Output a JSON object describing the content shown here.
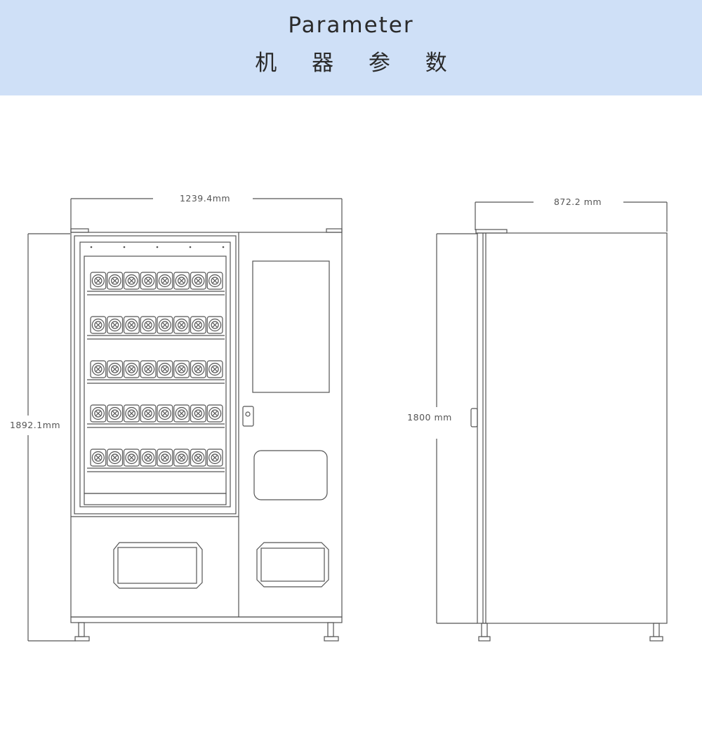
{
  "header": {
    "title_en": "Parameter",
    "title_zh": "机 器 参 数",
    "background_color": "#cfe0f7"
  },
  "front_view": {
    "width_label": "1239.4mm",
    "height_label": "1892.1mm",
    "shelf_rows": 5,
    "coils_per_row": 8
  },
  "side_view": {
    "depth_label": "872.2 mm",
    "height_label": "1800 mm"
  }
}
